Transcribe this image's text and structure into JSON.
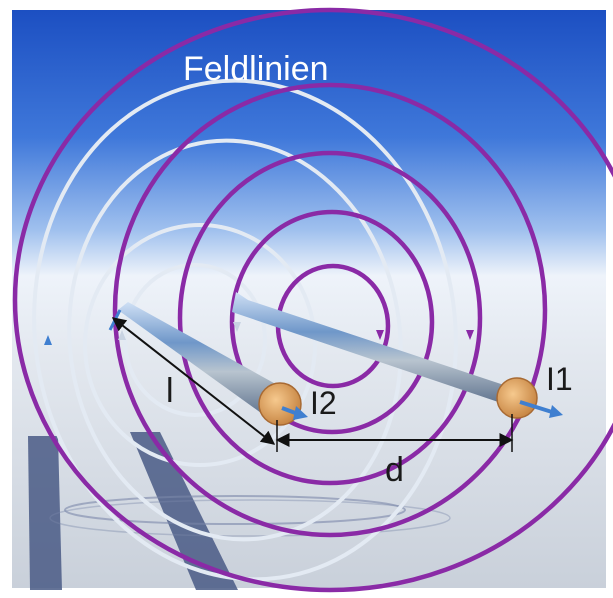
{
  "labels": {
    "feldlinien": "Feldlinien",
    "length": "l",
    "current2": "I2",
    "current1": "I1",
    "distance": "d"
  },
  "colors": {
    "sky_top": "#1f56c8",
    "sky_mid": "#6f9ee6",
    "horizon": "#f2f6fb",
    "ground": "#d9dde4",
    "field_line_magenta": "#8a2aa6",
    "field_line_white": "#e6ecf4",
    "conductor_copper": "#e2a765",
    "conductor_steel": "#9ab7d9",
    "arrow_blue": "#3f7fd0",
    "shadow": "#4a5b86",
    "dimension_line": "#111111",
    "label_text": "#ffffff",
    "label_dark": "#1a1a1a"
  },
  "icons": {
    "current_arrow": "arrow-right-icon",
    "field_direction": "arrowhead-icon"
  }
}
